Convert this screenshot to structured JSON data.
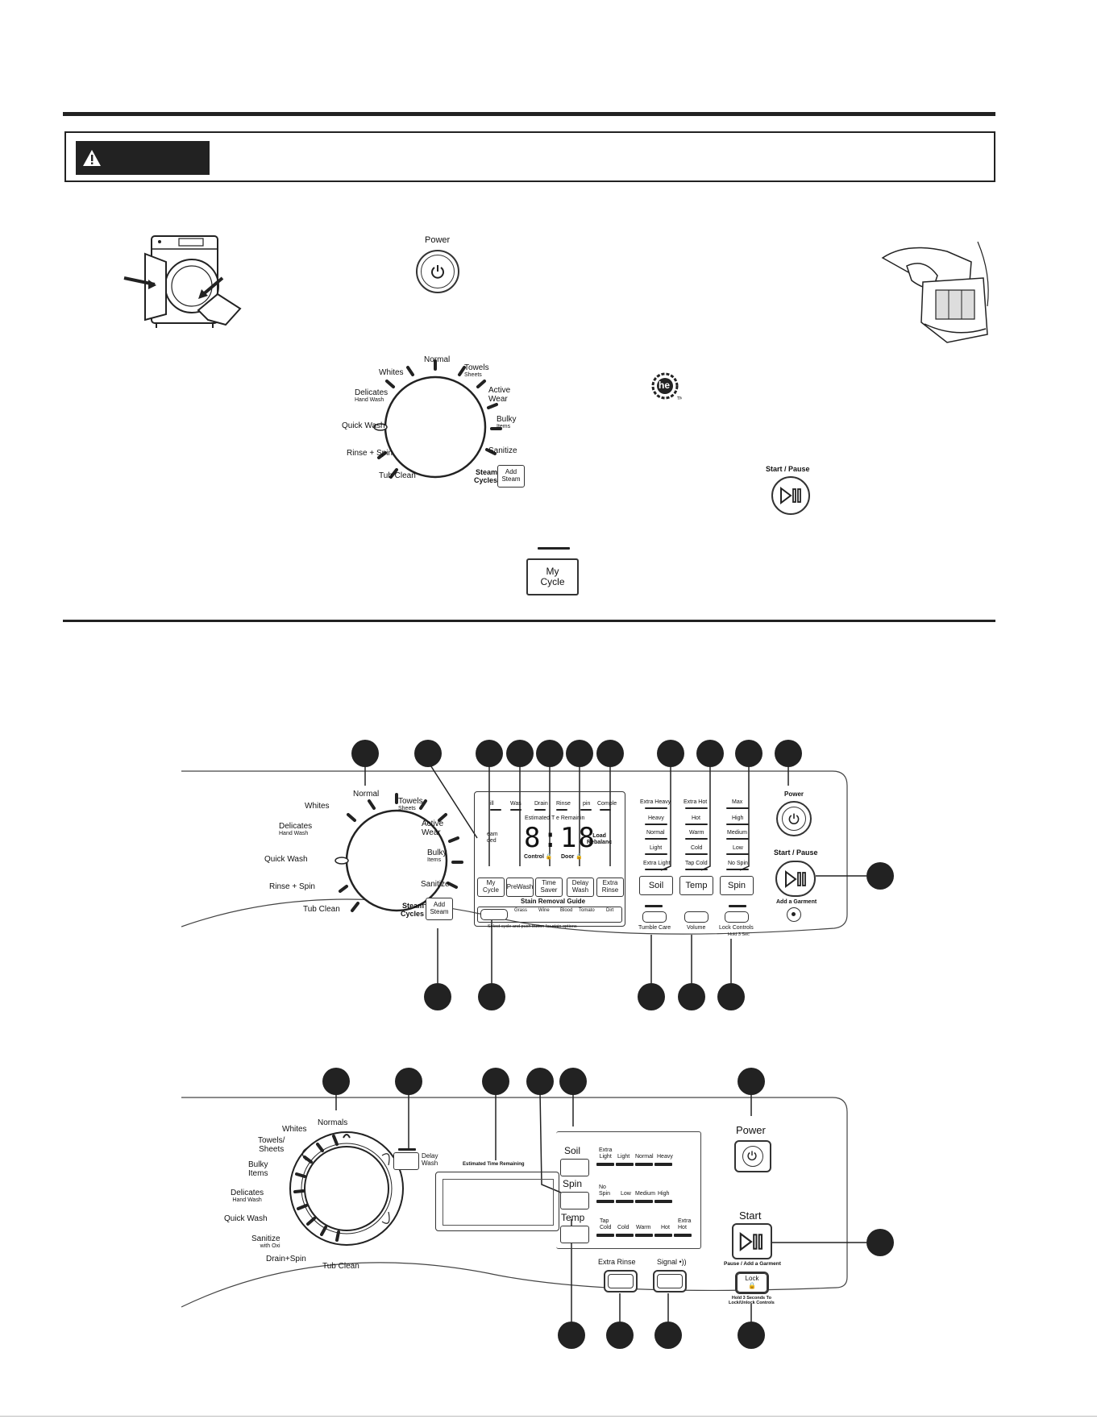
{
  "top": {
    "power_label": "Power",
    "start_pause_label": "Start / Pause",
    "my_cycle_label": "My\nCycle",
    "dial": {
      "normal": "Normal",
      "whites": "Whites",
      "towels": "Towels",
      "towels_sub": "Sheets",
      "active": "Active",
      "active_sub": "Wear",
      "delicates": "Delicates",
      "delicates_sub": "Hand Wash",
      "bulky": "Bulky",
      "bulky_sub": "Items",
      "quick_wash": "Quick Wash",
      "sanitize": "Sanitize",
      "rinse_spin": "Rinse + Spin",
      "tub_clean": "Tub Clean",
      "steam_cycles": "Steam\nCycles",
      "add_steam": "Add\nSteam"
    },
    "he_mark": "he"
  },
  "panel1": {
    "dial": {
      "normal": "Normal",
      "whites": "Whites",
      "towels": "Towels",
      "towels_sub": "Sheets",
      "active": "Active",
      "active_sub": "Wear",
      "delicates": "Delicates",
      "delicates_sub": "Hand Wash",
      "bulky": "Bulky",
      "bulky_sub": "Items",
      "quick_wash": "Quick Wash",
      "sanitize": "Sanitize",
      "rinse_spin": "Rinse + Spin",
      "tub_clean": "Tub Clean",
      "steam_cycles": "Steam\nCycles",
      "add_steam": "Add\nSteam"
    },
    "status": [
      "ill",
      "Was",
      "Drain",
      "Rinse",
      "pin",
      "Comple"
    ],
    "est_time": "Estimated T  e Remainin",
    "time": "8:18",
    "control_lock": "Control",
    "door_lock": "Door",
    "load_rebalance": "Load\nRebalanc",
    "steam_added": "eam\nded",
    "option_buttons": [
      "My\nCycle",
      "PreWash",
      "Time\nSaver",
      "Delay\nWash",
      "Extra\nRinse"
    ],
    "stain_guide": "Stain Removal Guide",
    "stains": [
      "Grass",
      "Wine",
      "Blood",
      "Tomato",
      "Dirt"
    ],
    "stain_note": "Select cycle and push button for stain options",
    "soil": {
      "label": "Soil",
      "levels": [
        "Extra Heavy",
        "Heavy",
        "Normal",
        "Light",
        "Extra Light"
      ]
    },
    "temp": {
      "label": "Temp",
      "levels": [
        "Extra Hot",
        "Hot",
        "Warm",
        "Cold",
        "Tap Cold"
      ]
    },
    "spin": {
      "label": "Spin",
      "levels": [
        "Max",
        "High",
        "Medium",
        "Low",
        "No Spin"
      ]
    },
    "tumble_care": "Tumble Care",
    "volume": "Volume",
    "lock_controls": "Lock Controls",
    "lock_hold": "Hold 3 Sec",
    "power": "Power",
    "start_pause": "Start / Pause",
    "add_garment": "Add a Garment"
  },
  "panel2": {
    "dial": {
      "normals": "Normals",
      "whites": "Whites",
      "towels": "Towels/\nSheets",
      "bulky": "Bulky\nItems",
      "delicates": "Delicates",
      "delicates_sub": "Hand Wash",
      "quick_wash": "Quick Wash",
      "sanitize": "Sanitize",
      "sanitize_sub": "with Oxi",
      "drain_spin": "Drain+Spin",
      "tub_clean": "Tub Clean"
    },
    "delay_wash": "Delay\nWash",
    "est_time": "Estimated Time Remaining",
    "soil": {
      "label": "Soil",
      "levels": [
        "Extra\nLight",
        "Light",
        "Normal",
        "Heavy"
      ]
    },
    "spin": {
      "label": "Spin",
      "levels": [
        "No\nSpin",
        "Low",
        "Medium",
        "High"
      ]
    },
    "temp": {
      "label": "Temp",
      "levels": [
        "Tap\nCold",
        "Cold",
        "Warm",
        "Hot",
        "Extra\nHot"
      ]
    },
    "extra_rinse": "Extra Rinse",
    "signal": "Signal",
    "power": "Power",
    "start": "Start",
    "pause_add": "Pause / Add a Garment",
    "lock": "Lock",
    "lock_note": "Hold 3 Seconds To\nLock/Unlock Controls"
  },
  "colors": {
    "ink": "#222222",
    "paper": "#ffffff"
  }
}
